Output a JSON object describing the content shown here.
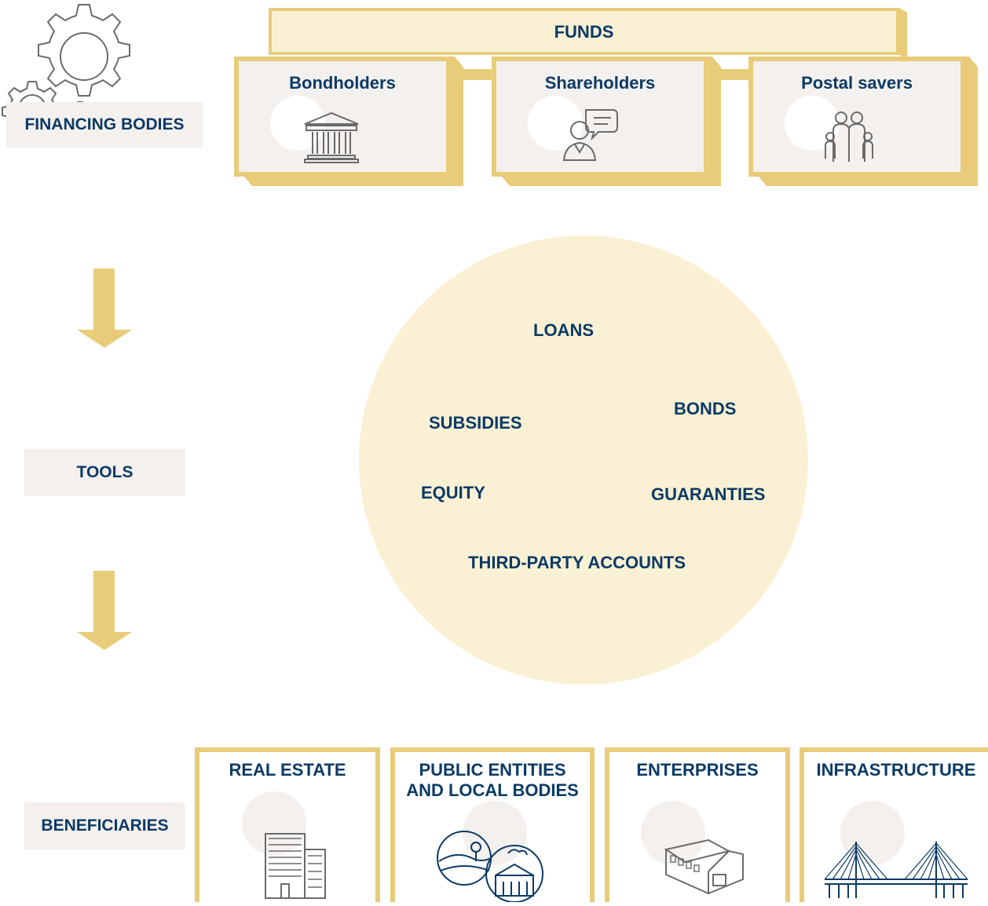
{
  "side_labels": {
    "financing": "FINANCING BODIES",
    "tools": "TOOLS",
    "beneficiaries": "BENEFICIARIES"
  },
  "funds": {
    "label": "FUNDS"
  },
  "financing_bodies": [
    {
      "label": "Bondholders",
      "icon": "bank-building-icon"
    },
    {
      "label": "Shareholders",
      "icon": "person-speech-bubble-icon"
    },
    {
      "label": "Postal savers",
      "icon": "family-icon"
    }
  ],
  "tools": {
    "loans": "LOANS",
    "subsidies": "SUBSIDIES",
    "bonds": "BONDS",
    "equity": "EQUITY",
    "guaranties": "GUARANTIES",
    "third_party": "THIRD-PARTY ACCOUNTS",
    "icon": "gears-icon"
  },
  "beneficiaries": [
    {
      "line1": "REAL ESTATE",
      "line2": "",
      "icon": "office-building-icon"
    },
    {
      "line1": "PUBLIC ENTITIES",
      "line2": "AND LOCAL BODIES",
      "icon": "town-landscape-icon"
    },
    {
      "line1": "ENTERPRISES",
      "line2": "",
      "icon": "warehouse-icon"
    },
    {
      "line1": "INFRASTRUCTURE",
      "line2": "",
      "icon": "bridge-icon"
    }
  ],
  "colors": {
    "navy": "#0b3a66",
    "gold": "#e8cc79",
    "cream": "#faf1d4",
    "label_bg": "#f4f0ee"
  }
}
